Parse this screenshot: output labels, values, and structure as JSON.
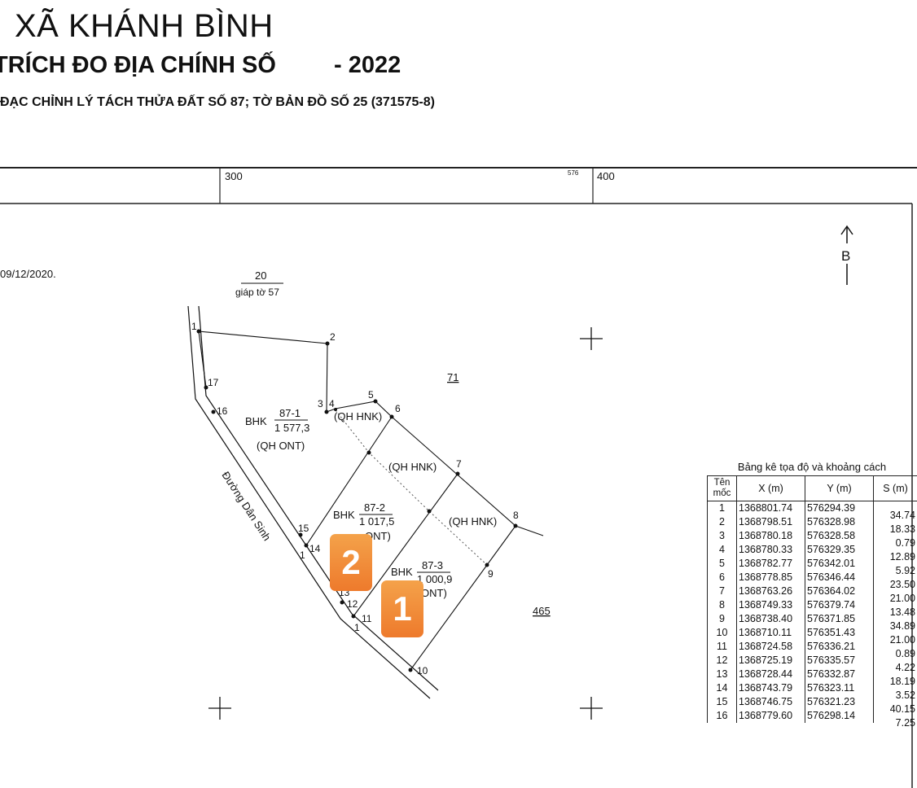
{
  "header": {
    "title": "XÃ KHÁNH BÌNH",
    "subtitle": "TRÍCH ĐO ĐỊA CHÍNH SỐ",
    "year": "- 2022",
    "description": "ĐẠC CHỈNH LÝ TÁCH THỬA ĐẤT SỐ 87; TỜ BẢN ĐỒ SỐ 25 (371575-8)"
  },
  "grid": {
    "x_left": "300",
    "x_right": "400",
    "x_small": "576"
  },
  "map": {
    "date": "09/12/2020.",
    "north_label": "B",
    "neighbor_top": {
      "number": "20",
      "note": "giáp tờ 57"
    },
    "parcel_71": "71",
    "parcel_465": "465",
    "road_label": "Đường Dân Sinh",
    "plots": [
      {
        "type": "BHK",
        "number": "87-1",
        "area": "1 577,3",
        "zone": "(QH ONT)"
      },
      {
        "type": "BHK",
        "number": "87-2",
        "area": "1 017,5",
        "zone": "ONT)"
      },
      {
        "type": "BHK",
        "number": "87-3",
        "area": "1 000,9",
        "zone": "ONT)"
      }
    ],
    "hnk_labels": [
      "(QH HNK)",
      "(QH HNK)",
      "(QH HNK)"
    ],
    "points": [
      "1",
      "2",
      "3",
      "4",
      "5",
      "6",
      "7",
      "8",
      "9",
      "10",
      "11",
      "12",
      "13",
      "14",
      "15",
      "16",
      "17",
      "1",
      "1"
    ]
  },
  "badges": [
    "2",
    "1"
  ],
  "table": {
    "title": "Bảng kê tọa độ và khoảng cách",
    "headers": [
      "Tên mốc",
      "X (m)",
      "Y (m)",
      "S (m)"
    ],
    "rows": [
      [
        "1",
        "1368801.74",
        "576294.39"
      ],
      [
        "2",
        "1368798.51",
        "576328.98"
      ],
      [
        "3",
        "1368780.18",
        "576328.58"
      ],
      [
        "4",
        "1368780.33",
        "576329.35"
      ],
      [
        "5",
        "1368782.77",
        "576342.01"
      ],
      [
        "6",
        "1368778.85",
        "576346.44"
      ],
      [
        "7",
        "1368763.26",
        "576364.02"
      ],
      [
        "8",
        "1368749.33",
        "576379.74"
      ],
      [
        "9",
        "1368738.40",
        "576371.85"
      ],
      [
        "10",
        "1368710.11",
        "576351.43"
      ],
      [
        "11",
        "1368724.58",
        "576336.21"
      ],
      [
        "12",
        "1368725.19",
        "576335.57"
      ],
      [
        "13",
        "1368728.44",
        "576332.87"
      ],
      [
        "14",
        "1368743.79",
        "576323.11"
      ],
      [
        "15",
        "1368746.75",
        "576321.23"
      ],
      [
        "16",
        "1368779.60",
        "576298.14"
      ]
    ],
    "distances": [
      "34.74",
      "18.33",
      "0.79",
      "12.89",
      "5.92",
      "23.50",
      "21.00",
      "13.48",
      "34.89",
      "21.00",
      "0.89",
      "4.22",
      "18.19",
      "3.52",
      "40.15",
      "7.25"
    ]
  },
  "colors": {
    "badge": "#ef7d2e",
    "ink": "#111111"
  }
}
